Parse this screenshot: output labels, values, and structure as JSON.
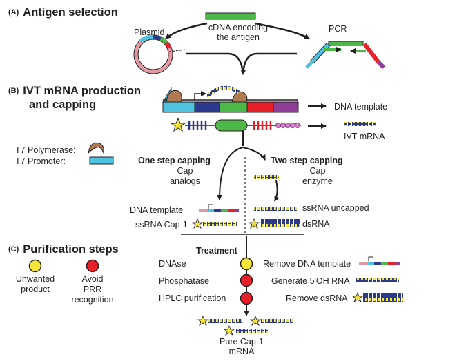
{
  "sectionA": {
    "tag": "(A)",
    "title": "Antigen selection",
    "plasmid": "Plasmid",
    "cdna_line1": "cDNA encoding",
    "cdna_line2": "the antigen",
    "pcr": "PCR"
  },
  "sectionB": {
    "tag": "(B)",
    "title_line1": "IVT mRNA production",
    "title_line2": "and capping",
    "dna_template": "DNA template",
    "ivt_mrna": "IVT mRNA",
    "t7_polymerase": "T7 Polymerase:",
    "t7_promoter": "T7 Promoter:",
    "one_step": "One step capping",
    "cap_analogs_1": "Cap",
    "cap_analogs_2": "analogs",
    "two_step": "Two step capping",
    "cap_enzyme_1": "Cap",
    "cap_enzyme_2": "enzyme",
    "dna_template_2": "DNA template",
    "ssrna_cap1": "ssRNA Cap-1",
    "ssrna_uncapped": "ssRNA uncapped",
    "dsrna": "dsRNA"
  },
  "sectionC": {
    "tag": "(C)",
    "title": "Purification steps",
    "unwanted_1": "Unwanted",
    "unwanted_2": "product",
    "avoid_1": "Avoid",
    "avoid_2": "PRR",
    "avoid_3": "recognition",
    "treatment": "Treatment",
    "steps": [
      {
        "label": "DNAse",
        "action": "Remove DNA template"
      },
      {
        "label": "Phosphatase",
        "action": "Generate 5'OH RNA"
      },
      {
        "label": "HPLC purification",
        "action": "Remove dsRNA"
      }
    ],
    "pure_1": "Pure Cap-1",
    "pure_2": "mRNA"
  },
  "colors": {
    "unwanted": "#f5e63a",
    "avoid": "#e8202a",
    "promoter": "#4ec3e0",
    "polymerase": "#b07a52",
    "green": "#4db848",
    "blue": "#2b3a8f",
    "red": "#e8202a",
    "purple": "#8e3f98"
  }
}
